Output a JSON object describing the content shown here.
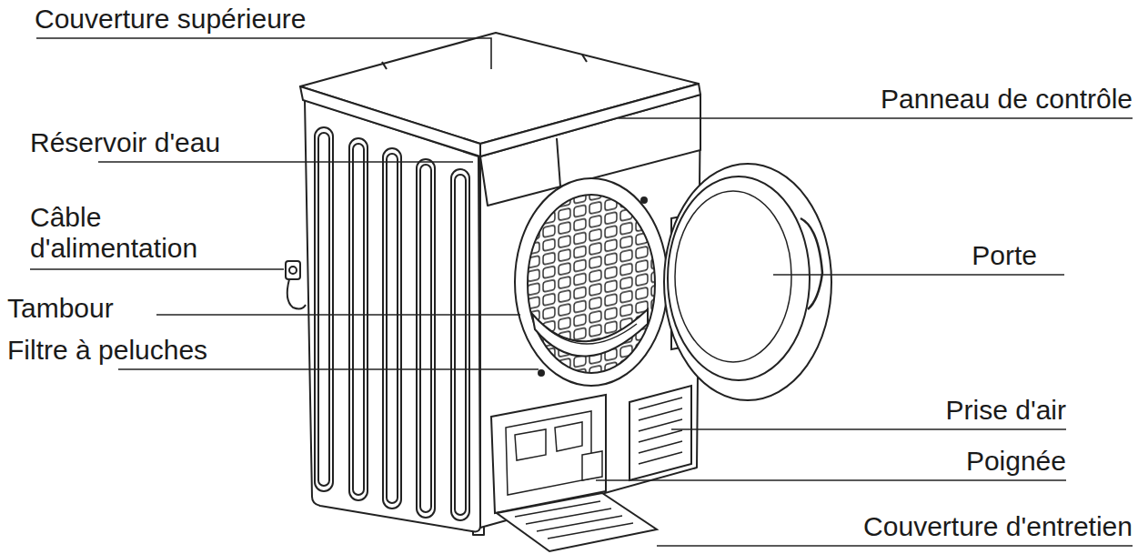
{
  "diagram": {
    "labels": [
      "Couverture supérieure",
      "Réservoir d'eau",
      "Câble d'alimentation",
      "Tambour",
      "Filtre à peluches",
      "Panneau de contrôle",
      "Porte",
      "Prise d'air",
      "Poignée",
      "Couverture d'entretien"
    ]
  }
}
